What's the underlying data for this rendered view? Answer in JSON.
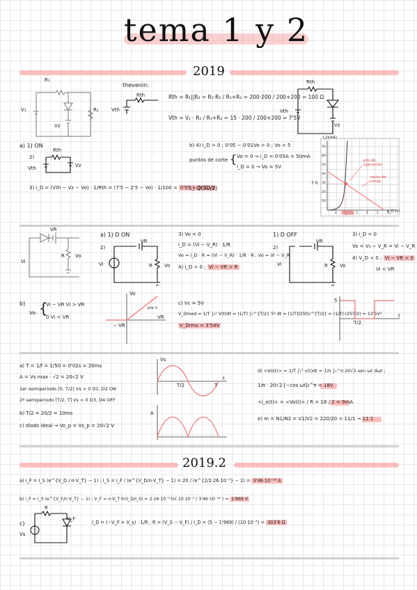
{
  "title": "tema 1 y 2",
  "sections": {
    "s2019": "2019",
    "s2019_2": "2019.2"
  },
  "p1": {
    "thevenin_label": "thevenin:",
    "r1": "R₁",
    "r2": "R₂",
    "rth": "Rth",
    "vth": "Vth",
    "v1": "V₁",
    "vz": "Vz",
    "rth_eq": "Rth = R₁||R₂ = R₁·R₂ / R₁+R₂ = 200·200 / 200+200 = 100 Ω",
    "vth_eq": "Vth = V₁ · R₂ / R₁+R₂ = 15 · 200 / 200+200 = 7'5V",
    "a_label": "a) 1) ON",
    "a2": "2)",
    "a3": "3) i_D = (Vth − Vz − Vo) · 1/Rth = (7'5 − 2'5 − Vo) · 1/100 =",
    "a3_result": "0'05 − 0'01Vo",
    "b_line1": "b) 4) i_D > 0 ; 0'05 − 0'01Vo > 0 ; Vo < 5",
    "b_line2": "puntos de corte",
    "b_brace1": "Vo = 0 → i_D = 0'05A = 50mA",
    "b_brace2": "i_D = 0 → Vo = 5V",
    "c_label": "c) Q(30,2)",
    "graph_ylabel": "I_D(mA)",
    "graph_xlabel": "V_D (V)",
    "graph_yval": "7 0",
    "graph_vo": "V_Do",
    "graph_note1": "pto de operación",
    "graph_note2": "recta de carga",
    "y_ticks": [
      "70",
      "60",
      "50",
      "40",
      "30",
      "20",
      "10"
    ],
    "x_ticks": [
      "1",
      "2",
      "3",
      "4",
      "5",
      "6"
    ]
  },
  "p2": {
    "vr": "VR",
    "vi": "Vi",
    "r": "R",
    "vo": "Vo",
    "a_label": "a) 1) D ON",
    "a2": "2)",
    "a3": "3) Vo = 0",
    "a3b": "i_D = (Vi − V_R) · 1/R",
    "a3c": "Vo = i_D · R = (Vi − V_R) · 1/R · R ; Vo = Vi − V_R",
    "a4": "4) i_D > 0 ;",
    "a4_result": "Vi − VR > R",
    "d_off": "1) D OFF",
    "d_off2": "2)",
    "d_off3": "3) i_D = 0",
    "d_off3b": "Vo = V₀ − V_R = Vi − V_R",
    "d_off4": "4) V_D < 0 ;",
    "d_off4_result": "Vi − VR < 0",
    "d_off4b": "Vi < VR",
    "b_label": "b)",
    "b_vo": "Vo:",
    "b_case1": "Vi − VR      Vi > VR",
    "b_case2": "0              Vi < VR",
    "b_graph_vo": "Vo",
    "b_graph_slope": "pte 1",
    "b_graph_vr": "VR",
    "b_graph_neg": "− VR",
    "c_label": "c) Vc = 5V",
    "c_eq": "V_Dmed = 1/T ∫₀ᵀ V(t)dt = (1/T) ∫₀^{T/2} 5² dt = (1/T)[25t]₀^{T/2} = (1/T)·(25T/2) = 12'5V²",
    "c_result": "V_Drms = 3'54V",
    "c_graph_5": "5",
    "c_graph_t2": "T/2",
    "c_graph_t": "t"
  },
  "p3": {
    "a_T": "a) T = 1/f = 1/50 = 0'02s = 20ms",
    "a_A": "A = Vs max · √2 = 20√2 V",
    "a_s1": "1er semiperiodo   [0, T/2]   Vs > 0   D1, D2 ON",
    "a_s2": "2º semiperiodo   [T/2, T]   Vs < 0   D3, D4 OFF",
    "b": "b) T/2 = 20/2 = 10ms",
    "c": "c) diodo ideal → Vo_p = Vs_p = 20√2 V",
    "d1": "d) <Vo(t)> = 1/T ∫₀ᵀ v(t)dt = 1/π ∫₀^π 20√2 sen ωt dωt ;",
    "d2": "1/π · 20√2 [−cos ωt]₀^π = 18V",
    "e1": "<i_o(t)> = <Vo(t)> / R = 18 / 2 = 9mA",
    "e2": "e) m = N1/N2 = V1/V2 = 220/20 = 11/1 → 11:1",
    "g_A": "A",
    "g_t2": "T/2",
    "g_T": "T",
    "g_vs": "Vs",
    "g_t": "t"
  },
  "p4": {
    "a": "a) i_F = I_S (e^{V_D / n·V_T} − 1) ; I_S = i_F / (e^{V_D/n·V_T} − 1) = 20 / (e^{2/2·26·10⁻³} − 1) =",
    "a_result": "3'46·10⁻¹⁶ A",
    "b": "b) i_F = I_S (e^{V_F/n·V_T} − 1) ; V_F = n·V_T·ln(I_D/I_S) = 2·26·10⁻³·ln( 10·10⁻³ / 3'46·10⁻¹⁶ ) =",
    "b_result": "1'969 V",
    "c": "c)",
    "c_eq": "I_D = (−V_F + V_s) · 1/R ; R = (V_S − V_F) / I_D = (5 − 1'969) / (10·10⁻³) =",
    "c_result": "303'6 Ω",
    "c_r": "R",
    "c_vs": "Vs",
    "c_vf": "V_F"
  }
}
